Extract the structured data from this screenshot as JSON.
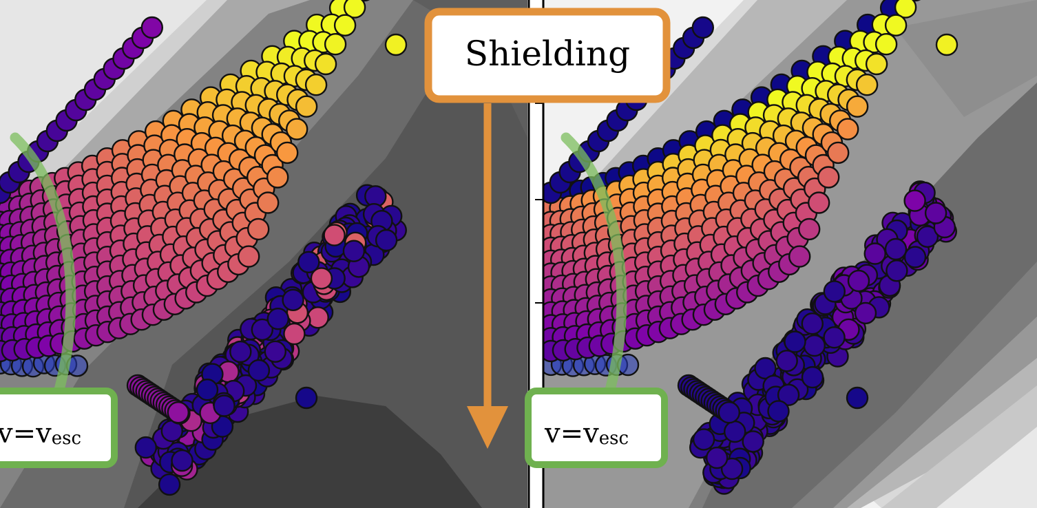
{
  "figure": {
    "annotations": {
      "shielding_label": "Shielding",
      "escape_label_left": "v=v",
      "escape_label_right": "v=v",
      "escape_subscript": "esc"
    },
    "colors": {
      "shielding_accent": "#e2923c",
      "escape_accent": "#6fb14f",
      "escape_curve": "#7cbd5e",
      "particle_edge": "#111111",
      "panel_divider": "#000000",
      "colormap_low": "#0d1487",
      "colormap_high": "#f0f976"
    }
  },
  "chart_data": [
    {
      "type": "scatter",
      "panel": "left",
      "title": "",
      "xlabel": "",
      "ylabel": "",
      "colormap": "plasma",
      "grid": false,
      "legend": "none",
      "background": "grayscale filled contours",
      "note": "particle streams fanning up and to the right; color encodes an unlabeled quantity from dark blue (low) to yellow (high)"
    },
    {
      "type": "scatter",
      "panel": "right",
      "title": "",
      "xlabel": "",
      "ylabel": "",
      "colormap": "plasma",
      "grid": false,
      "legend": "none",
      "background": "grayscale filled contours",
      "note": "same particle streams with shielding applied; lower stream is almost entirely dark blue"
    }
  ]
}
